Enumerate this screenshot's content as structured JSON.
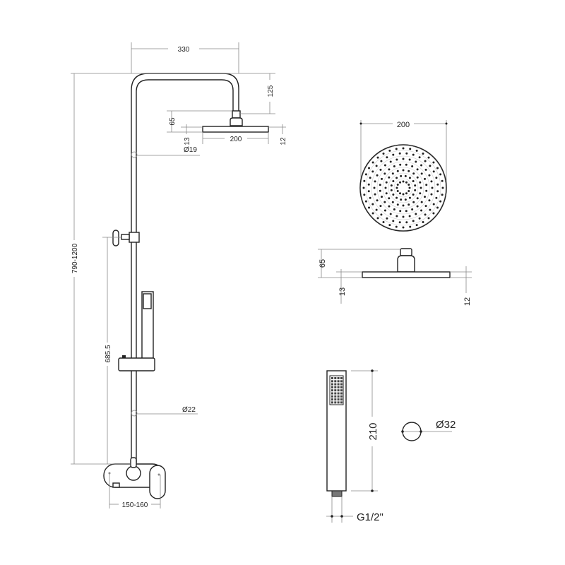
{
  "dimensions": {
    "arm_length": "330",
    "arm_drop": "125",
    "head_height_side": "65",
    "head_neck": "13",
    "head_diameter_side": "200",
    "head_thickness_side": "12",
    "arm_pipe_diameter": "Ø19",
    "column_height": "790-1200",
    "valve_height": "685.5",
    "column_pipe_diameter": "Ø22",
    "mixer_centres": "150-160",
    "head_diameter_top": "200",
    "head_height_detail": "65",
    "head_neck_detail": "13",
    "head_thickness_detail": "12",
    "hand_shower_length": "210",
    "hand_shower_diameter": "Ø32",
    "hand_shower_thread": "G1/2\""
  },
  "colors": {
    "line": "#222222",
    "dimension": "#888888"
  }
}
